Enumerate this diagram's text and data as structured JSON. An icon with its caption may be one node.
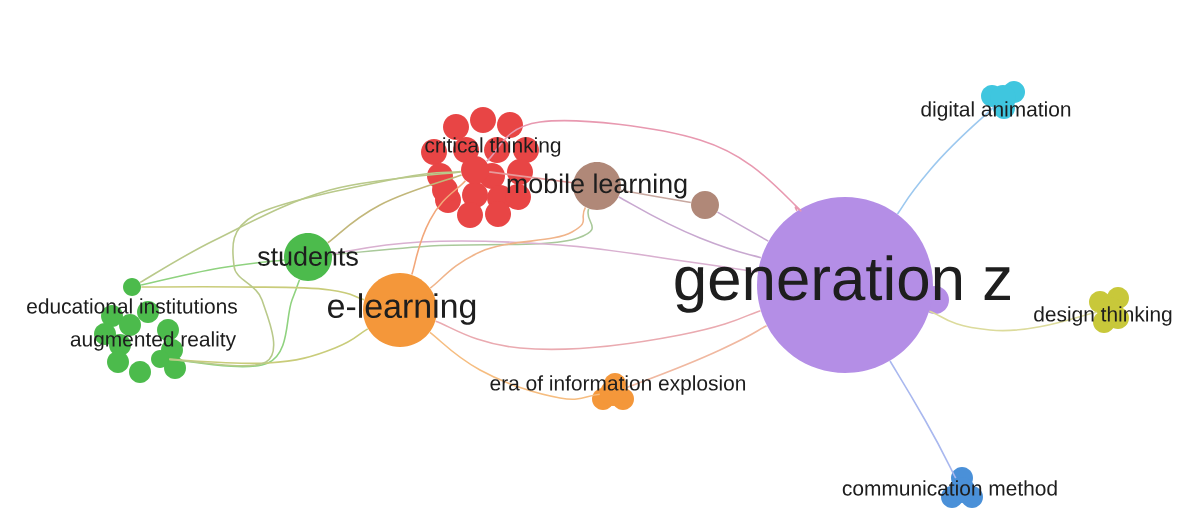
{
  "diagram": {
    "nodes": [
      {
        "text": [
          "critical thinking"
        ]
      },
      {
        "text": [
          "mobile learning"
        ]
      },
      {
        "text": [],
        "shape": "circle"
      },
      {
        "text": [
          "digital animation"
        ]
      },
      {
        "text": [
          "students"
        ]
      },
      {
        "text": [
          "generation z"
        ]
      },
      {
        "text": [
          "educational institutions"
        ]
      },
      {
        "text": [
          "e-learning"
        ]
      },
      {
        "text": [
          "augmented reality"
        ]
      },
      {
        "text": [
          "design thinking"
        ]
      },
      {
        "text": [
          "era of information explosion"
        ]
      },
      {
        "text": [
          "communication method"
        ]
      }
    ],
    "edges": [
      {
        "from": 6,
        "to": 4,
        "arrow": "none",
        "color": "#8fd27f"
      },
      {
        "from": 8,
        "to": 4,
        "arrow": "none",
        "color": "#8fd27f"
      },
      {
        "from": 6,
        "to": 7,
        "arrow": "none",
        "color": "#c9cc7a"
      },
      {
        "from": 8,
        "to": 7,
        "arrow": "none",
        "color": "#c9cc7a"
      },
      {
        "from": 6,
        "to": 0,
        "arrow": "none",
        "color": "#b9c98a"
      },
      {
        "from": 8,
        "to": 0,
        "arrow": "none",
        "color": "#b9c98a"
      },
      {
        "from": 4,
        "to": 0,
        "arrow": "none",
        "color": "#c2b77a"
      },
      {
        "from": 4,
        "to": 1,
        "arrow": "none",
        "color": "#a9c99a"
      },
      {
        "from": 4,
        "to": 5,
        "arrow": "none",
        "color": "#d9b0d0"
      },
      {
        "from": 7,
        "to": 0,
        "arrow": "none",
        "color": "#f2a77a"
      },
      {
        "from": 7,
        "to": 1,
        "arrow": "none",
        "color": "#f0b48a"
      },
      {
        "from": 7,
        "to": 10,
        "arrow": "none",
        "color": "#f6bd80"
      },
      {
        "from": 7,
        "to": 5,
        "arrow": "none",
        "color": "#eaaab0"
      },
      {
        "from": 0,
        "to": 1,
        "arrow": "none",
        "color": "#e89a9a"
      },
      {
        "from": 0,
        "to": 5,
        "arrow": "none",
        "color": "#e899b0"
      },
      {
        "from": 1,
        "to": 2,
        "arrow": "none",
        "color": "#c8a8a0"
      },
      {
        "from": 1,
        "to": 5,
        "arrow": "none",
        "color": "#c8a8d0"
      },
      {
        "from": 2,
        "to": 5,
        "arrow": "none",
        "color": "#c8a8d0"
      },
      {
        "from": 10,
        "to": 5,
        "arrow": "none",
        "color": "#f0b8a0"
      },
      {
        "from": 5,
        "to": 3,
        "arrow": "none",
        "color": "#9cc8ef"
      },
      {
        "from": 5,
        "to": 9,
        "arrow": "none",
        "color": "#dcdb9c"
      },
      {
        "from": 5,
        "to": 11,
        "arrow": "none",
        "color": "#a9b8ef"
      }
    ]
  }
}
